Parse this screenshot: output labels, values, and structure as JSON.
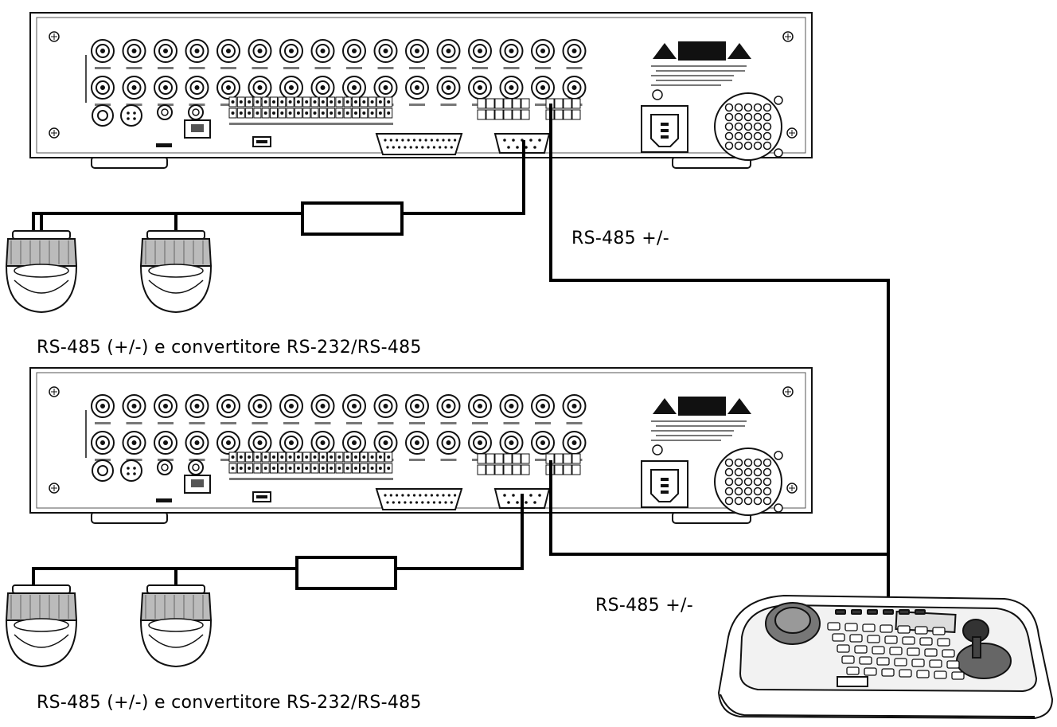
{
  "labels": {
    "converter_top": "RS-485 (+/-) e convertitore RS-232/RS-485",
    "converter_bottom": "RS-485 (+/-) e convertitore RS-232/RS-485",
    "rs485_top": "RS-485 +/-",
    "rs485_bottom": "RS-485 +/-"
  },
  "colors": {
    "line": "#000000",
    "panel_fill": "#ffffff",
    "panel_stroke": "#111111",
    "detail": "#444444"
  }
}
